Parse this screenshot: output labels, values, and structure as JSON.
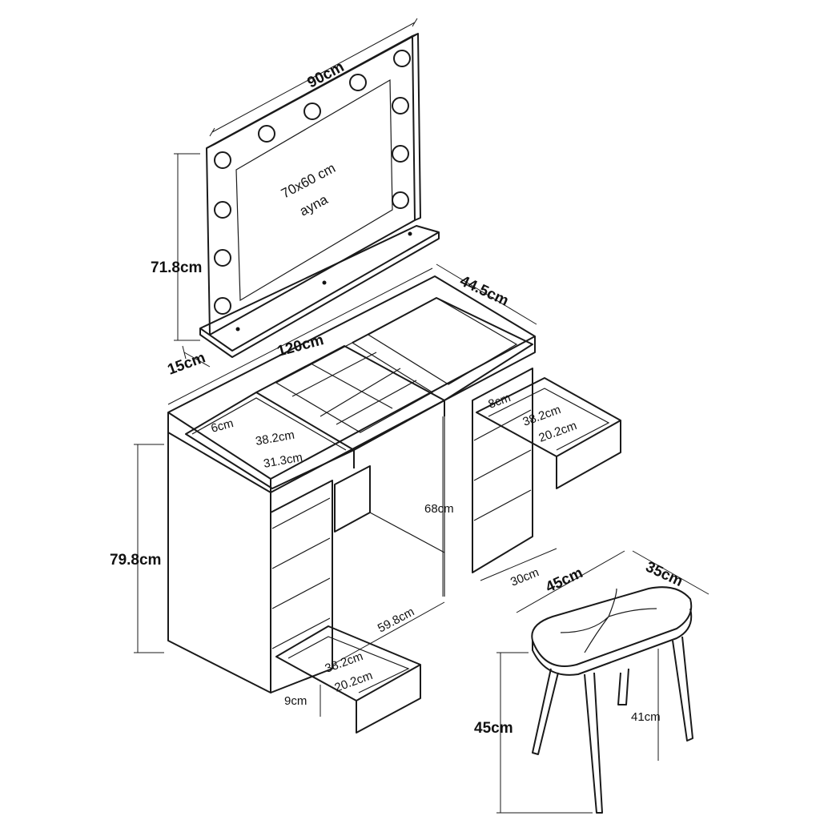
{
  "mirror": {
    "width": "90cm",
    "height": "71.8cm",
    "depth": "15cm",
    "glass_size": "70x60 cm",
    "glass_label": "ayna"
  },
  "desk": {
    "width": "120cm",
    "depth": "44.5cm",
    "height": "79.8cm",
    "knee_height": "68cm",
    "knee_width": "59.8cm",
    "pedestal_depth": "30cm",
    "left_tray": {
      "depth": "6cm",
      "length": "38.2cm",
      "width": "31.3cm"
    },
    "right_drawer": {
      "depth": "8cm",
      "length": "38.2cm",
      "width": "20.2cm"
    },
    "bottom_drawer": {
      "depth": "9cm",
      "length": "38.2cm",
      "width": "20.2cm"
    }
  },
  "stool": {
    "width": "45cm",
    "depth": "35cm",
    "height": "45cm",
    "leg_height": "41cm"
  }
}
